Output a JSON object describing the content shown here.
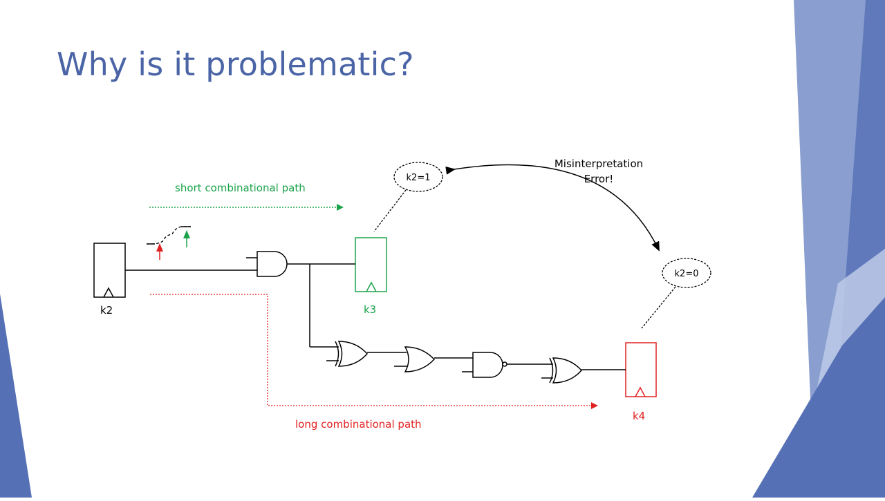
{
  "slide": {
    "title": "Why is it problematic?"
  },
  "diagram": {
    "registers": [
      {
        "id": "k2",
        "label": "k2"
      },
      {
        "id": "k3",
        "label": "k3"
      },
      {
        "id": "k4",
        "label": "k4"
      }
    ],
    "paths": {
      "short": "short combinational path",
      "long": "long combinational path"
    },
    "callouts": {
      "k3": "k2=1",
      "k4": "k2=0"
    },
    "error": {
      "line1": "Misinterpretation",
      "line2": "Error!"
    },
    "gates": [
      "and",
      "xor",
      "or",
      "nand",
      "xor"
    ]
  },
  "colors": {
    "title": "#4a64a6",
    "short_path": "#1aa34a",
    "long_path": "#e02020",
    "wire": "#000000",
    "accent_dark": "#5670b5",
    "accent_mid": "#7f95c9",
    "accent_light": "#b5c3e3"
  }
}
